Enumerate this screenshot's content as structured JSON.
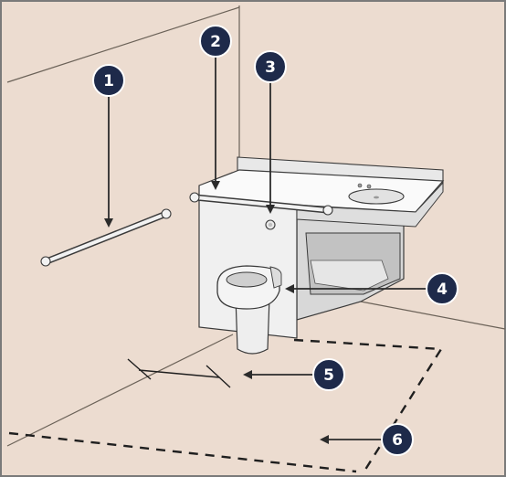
{
  "figure": {
    "colors": {
      "wall": "#ecdcd0",
      "border": "#7a7a7a",
      "fixture": "#f2f2f2",
      "fixture_shade": "#d4d4d4",
      "fixture_dark": "#bdbdbd",
      "outline": "#2b2b2b",
      "badge": "#1e2a4a",
      "badge_text": "#ffffff"
    },
    "callouts": [
      {
        "number": "1",
        "icon": "grab-bar-callout"
      },
      {
        "number": "2",
        "icon": "grab-bar-callout"
      },
      {
        "number": "3",
        "icon": "flush-button-callout"
      },
      {
        "number": "4",
        "icon": "toilet-bowl-callout"
      },
      {
        "number": "5",
        "icon": "clearance-dimension-callout"
      },
      {
        "number": "6",
        "icon": "floor-clearance-area-callout"
      }
    ]
  }
}
